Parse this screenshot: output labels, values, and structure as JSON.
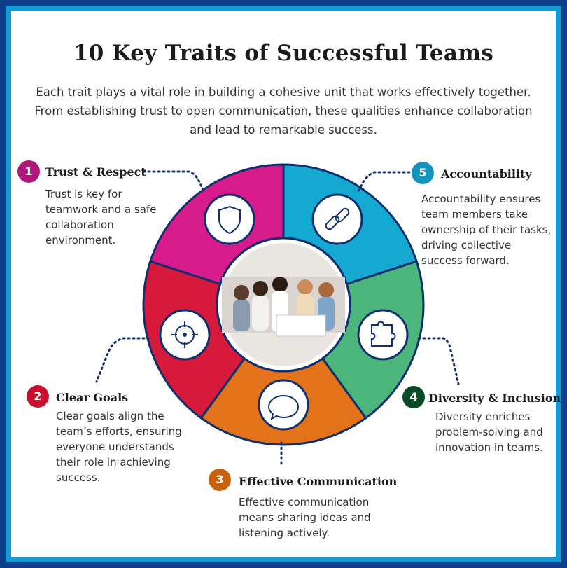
{
  "title": "10 Key Traits of Successful Teams",
  "subtitle": "Each trait plays a vital role in building a cohesive unit that works effectively together. From establishing trust to open communication, these qualities enhance collaboration and lead to remarkable success.",
  "traits": [
    {
      "number": "1",
      "title": "Trust & Respect",
      "description": "Trust is key for teamwork and a safe collaboration environment.",
      "color": "#d81b8c",
      "badge_color": "#b0177a",
      "icon": "shield-icon"
    },
    {
      "number": "2",
      "title": "Clear Goals",
      "description": "Clear goals align the team’s efforts, ensuring everyone understands their role in achieving success.",
      "color": "#d7193b",
      "badge_color": "#c8102e",
      "icon": "target-icon"
    },
    {
      "number": "3",
      "title": "Effective Communication",
      "description": "Effective communication means sharing ideas and listening actively.",
      "color": "#e3731a",
      "badge_color": "#c8620f",
      "icon": "chat-bubble-icon"
    },
    {
      "number": "4",
      "title": "Diversity & Inclusion",
      "description": "Diversity enriches problem-solving and innovation in teams.",
      "color": "#4cb57c",
      "badge_color": "#0b4a26",
      "icon": "puzzle-icon"
    },
    {
      "number": "5",
      "title": "Accountability",
      "description": "Accountability ensures team members take ownership of their tasks, driving collective success forward.",
      "color": "#15a9d2",
      "badge_color": "#1393bd",
      "icon": "link-icon"
    }
  ],
  "colors": {
    "frame": "#0f3f8c",
    "inner_border": "#169ad6",
    "wheel_border": "#0f2f6e"
  }
}
